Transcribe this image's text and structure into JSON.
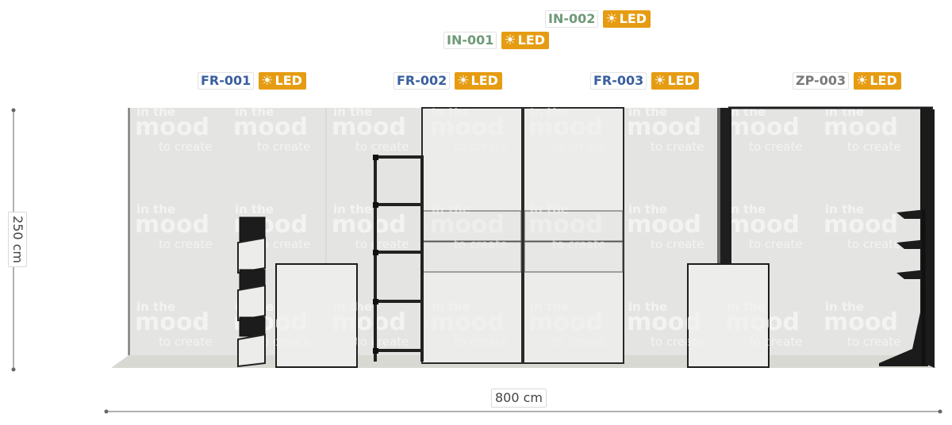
{
  "colors": {
    "accent_led": "#e69c12",
    "code_blue": "#3a5f9f",
    "code_green": "#6e9a78",
    "code_gray": "#7a7a7a",
    "wall": "#e3e3e1",
    "floor": "#d8d8d2",
    "watermark": "#f2f2f0",
    "frame": "#1d1d1d"
  },
  "labels": {
    "in002": {
      "code": "IN-002",
      "led": "LED",
      "icon": "sun-icon"
    },
    "in001": {
      "code": "IN-001",
      "led": "LED",
      "icon": "sun-icon"
    },
    "fr001": {
      "code": "FR-001",
      "led": "LED",
      "icon": "sun-icon"
    },
    "fr002": {
      "code": "FR-002",
      "led": "LED",
      "icon": "sun-icon"
    },
    "fr003": {
      "code": "FR-003",
      "led": "LED",
      "icon": "sun-icon"
    },
    "zp003": {
      "code": "ZP-003",
      "led": "LED",
      "icon": "sun-icon"
    }
  },
  "dimensions": {
    "height_label": "250 cm",
    "width_label": "800 cm"
  },
  "watermark": {
    "line1": "in the",
    "line2": "mood",
    "line3": "to create"
  }
}
